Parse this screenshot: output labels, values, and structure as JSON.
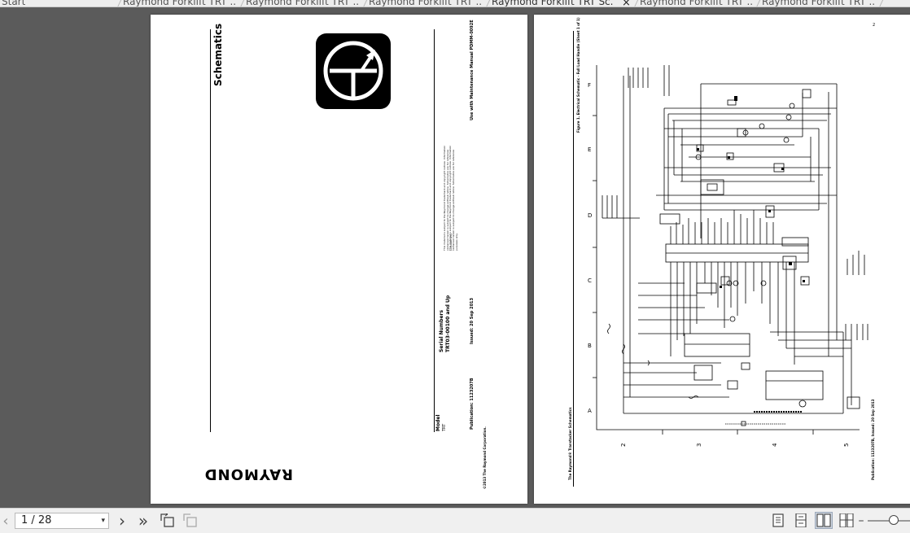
{
  "tabs": [
    {
      "label": "Start",
      "active": false
    },
    {
      "label": "Raymond Forklift TRT ...",
      "active": false
    },
    {
      "label": "Raymond Forklift TRT ...",
      "active": false
    },
    {
      "label": "Raymond Forklift TRT ...",
      "active": false
    },
    {
      "label": "Raymond Forklift TRT Sc...",
      "active": true
    },
    {
      "label": "Raymond Forklift TRT ...",
      "active": false
    },
    {
      "label": "Raymond Forklift TRT ...",
      "active": false
    }
  ],
  "tab_close_glyph": "×",
  "left_page": {
    "heading": "Schematics",
    "brand": "RAYMOND",
    "use_with": "Use with Maintenance Manual PDMM-0092E",
    "model_label": "Model",
    "model_value": "TRT",
    "serial_label": "Serial Numbers",
    "serial_value": "TRT03-00100 and Up",
    "publication": "Publication: 1123207B",
    "issued": "Issued: 20 Sep 2013",
    "copyright": "©2013 The Raymond Corporation.",
    "notice": "This material is subject to the Raymond trademark and copyright notices. Information contained herein is subject to change without notice. Schematics are for reference purposes only."
  },
  "right_page": {
    "page_number": "2",
    "figure_caption": "Figure 1. Electrical Schematic - Full Load Handle (Sheet 1 of 1)",
    "footer_title": "The Raymond® Transtacker Schematics",
    "footer_pub": "Publication: 1123207B, Issued: 20 Sep 2013",
    "row_labels": [
      "F",
      "E",
      "D",
      "C",
      "B",
      "A"
    ],
    "col_labels": [
      "2",
      "3",
      "4",
      "5"
    ]
  },
  "toolbar": {
    "prev_glyph": "‹",
    "page_value": "1 / 28",
    "next_glyph": "›",
    "last_glyph": "»",
    "caret": "▾",
    "zoom_minus": "–"
  }
}
